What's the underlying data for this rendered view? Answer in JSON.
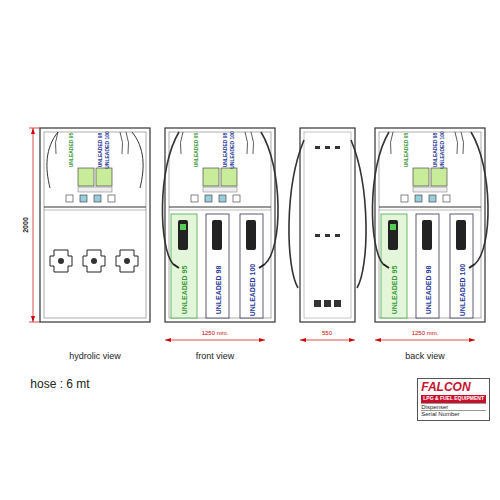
{
  "diagram": {
    "nodes": [
      {
        "text": [
          "FALCON",
          "LPG & FUEL EQUIPMENT",
          "Dispenser",
          "Serial Number"
        ]
      }
    ],
    "labels": [
      "2000",
      "UNLEADED 95",
      "UNLEADED 98",
      "UNLEADED 100",
      "UNLEADED 95",
      "UNLEADED 98",
      "UNLEADED 100",
      "UNLEADED 95",
      "UNLEADED 98",
      "UNLEADED 100",
      "UNLEADED 95",
      "UNLEADED 98",
      "UNLEADED 100",
      "UNLEADED 95",
      "UNLEADED 98",
      "UNLEADED 100",
      "1250 mm.",
      "550",
      "1250 mm.",
      "hydrolic view",
      "front view",
      "back view",
      "hose : 6 mt"
    ]
  }
}
